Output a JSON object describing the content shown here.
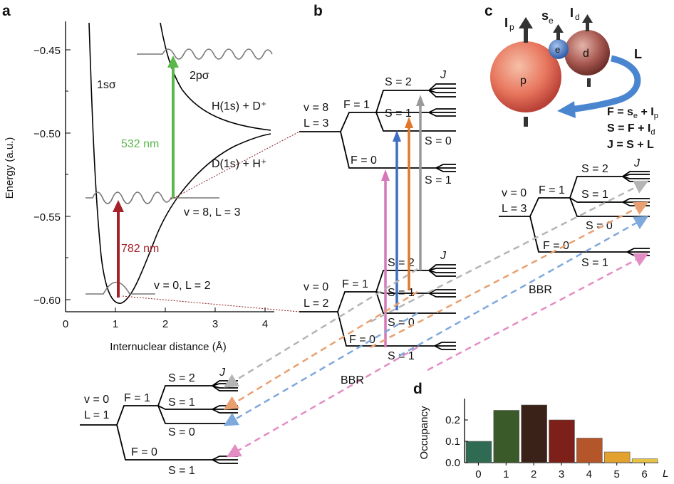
{
  "panels": {
    "a": "a",
    "b": "b",
    "c": "c",
    "d": "d"
  },
  "panel_a": {
    "y_axis_label": "Energy (a.u.)",
    "x_axis_label": "Internuclear distance (Å)",
    "y_ticks": [
      "−0.45",
      "−0.50",
      "−0.55",
      "−0.60"
    ],
    "x_ticks": [
      "0",
      "1",
      "2",
      "3",
      "4"
    ],
    "curve_1s": "1sσ",
    "curve_2p": "2pσ",
    "asym_upper": "H(1s) + D⁺",
    "asym_lower": "D(1s) + H⁺",
    "state_v8": "v = 8, L = 3",
    "state_v0": "v = 0, L = 2",
    "laser_782": "782 nm",
    "laser_532": "532 nm",
    "colors": {
      "laser_782": "#a3222a",
      "laser_532": "#5ab84b"
    }
  },
  "panel_b": {
    "upper": {
      "v": "v = 8",
      "L": "L = 3",
      "F1": "F = 1",
      "F0": "F = 0",
      "S2": "S = 2",
      "S1": "S = 1",
      "S0": "S = 0",
      "S1b": "S = 1",
      "J": "J"
    },
    "lower": {
      "v": "v = 0",
      "L": "L = 2",
      "F1": "F = 1",
      "F0": "F = 0",
      "S2": "S = 2",
      "S1": "S = 1",
      "S0": "S = 0",
      "S1b": "S = 1",
      "J": "J"
    },
    "bottom": {
      "v": "v = 0",
      "L": "L = 1",
      "F1": "F = 1",
      "F0": "F = 0",
      "S2": "S = 2",
      "S1": "S = 1",
      "S0": "S = 0",
      "S1b": "S = 1",
      "J": "J"
    },
    "right": {
      "v": "v = 0",
      "L": "L = 3",
      "F1": "F = 1",
      "F0": "F = 0",
      "S2": "S = 2",
      "S1": "S = 1",
      "S0": "S = 0",
      "S1b": "S = 1",
      "J": "J"
    },
    "bbr_left": "BBR",
    "bbr_right": "BBR",
    "arrow_colors": {
      "pink": "#d678b8",
      "blue": "#3e6fc0",
      "orange": "#e0782a",
      "gray": "#9a9a9a"
    },
    "dashed_colors": {
      "gray": "#b5b5b5",
      "orange": "#e8a070",
      "blue": "#7fa8dc",
      "pink": "#e48cc4"
    }
  },
  "panel_c": {
    "Ip": "I",
    "Ip_sub": "p",
    "se": "s",
    "se_sub": "e",
    "Id": "I",
    "Id_sub": "d",
    "proton": "p",
    "electron": "e",
    "deuteron": "d",
    "L": "L",
    "eq1": "F = s",
    "eq1_tail": "+ I",
    "eq1_sub_e": "e",
    "eq1_sub_p": "p",
    "eq2": "S = F + I",
    "eq2_sub": "d",
    "eq3": "J = S + L"
  },
  "chart_data": {
    "type": "bar",
    "categories": [
      "0",
      "1",
      "2",
      "3",
      "4",
      "5",
      "6"
    ],
    "values": [
      0.1,
      0.245,
      0.27,
      0.2,
      0.115,
      0.05,
      0.018
    ],
    "xlabel": "L",
    "ylabel": "Occupancy",
    "ylim": [
      0,
      0.3
    ],
    "yticks": [
      "0.0",
      "0.1",
      "0.2"
    ],
    "colors": [
      "#2e6b52",
      "#3a5a2a",
      "#3a2218",
      "#7c2019",
      "#b5552a",
      "#e3a12e",
      "#e8c244"
    ]
  }
}
